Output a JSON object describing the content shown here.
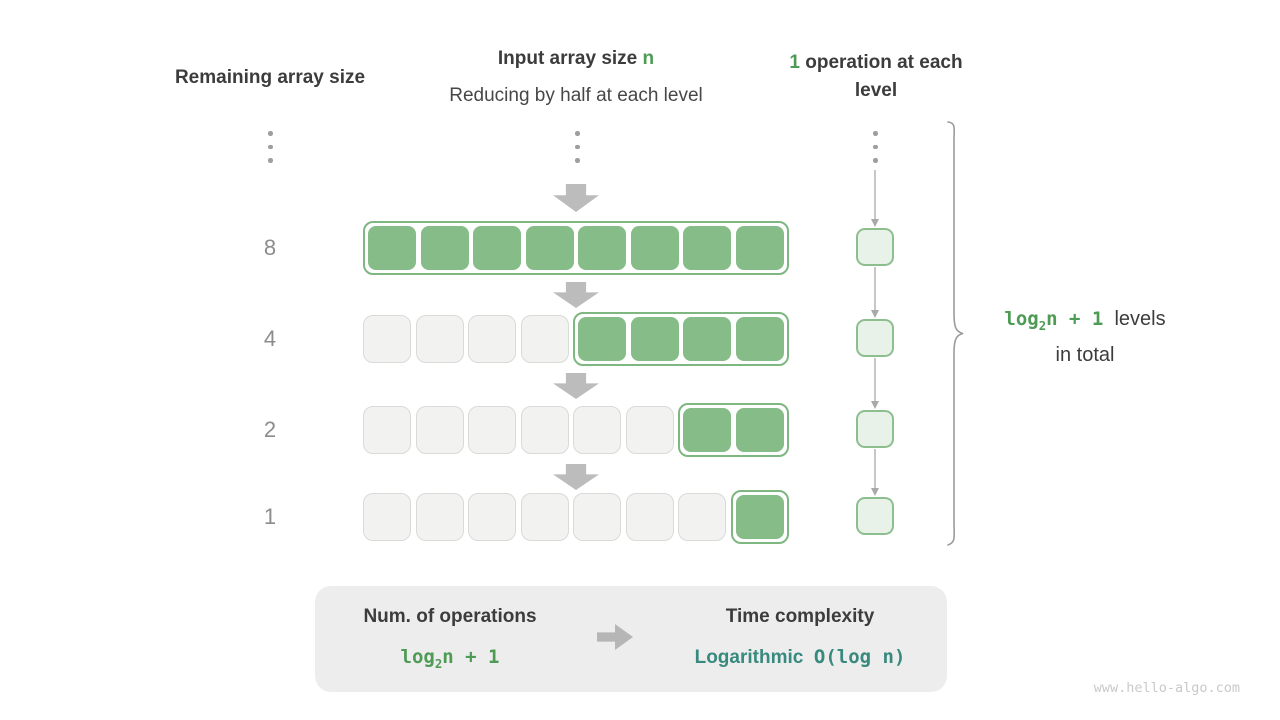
{
  "colors": {
    "accent_green_text": "#4e9b55",
    "cell_green": "#85bc87",
    "cell_green_border": "#7eb780",
    "op_cell_fill": "#e9f2e9",
    "gray_cell_fill": "#f2f2f1",
    "teal_text": "#38897e",
    "summary_box_bg": "#ededed"
  },
  "headers": {
    "left": "Remaining array size",
    "center_bold": "Input array size ",
    "center_bold_accent": "n",
    "center_sub": "Reducing by half at each level",
    "right_accent": "1",
    "right_rest": " operation at each level"
  },
  "rows": [
    {
      "label": "8",
      "gray_cells": 0,
      "green_cells": 8
    },
    {
      "label": "4",
      "gray_cells": 4,
      "green_cells": 4
    },
    {
      "label": "2",
      "gray_cells": 6,
      "green_cells": 2
    },
    {
      "label": "1",
      "gray_cells": 7,
      "green_cells": 1
    }
  ],
  "operations_column": {
    "cell_count": 4
  },
  "brace_label": {
    "formula_log": "log",
    "formula_sub": "2",
    "formula_rest": "n + 1",
    "line1_text": "levels",
    "line2_text": "in total"
  },
  "summary": {
    "left_title": "Num. of operations",
    "left_formula_log": "log",
    "left_formula_sub": "2",
    "left_formula_rest": "n + 1",
    "right_title": "Time complexity",
    "right_value_name": "Logarithmic",
    "right_value_code": "O(log n)"
  },
  "watermark": "www.hello-algo.com"
}
